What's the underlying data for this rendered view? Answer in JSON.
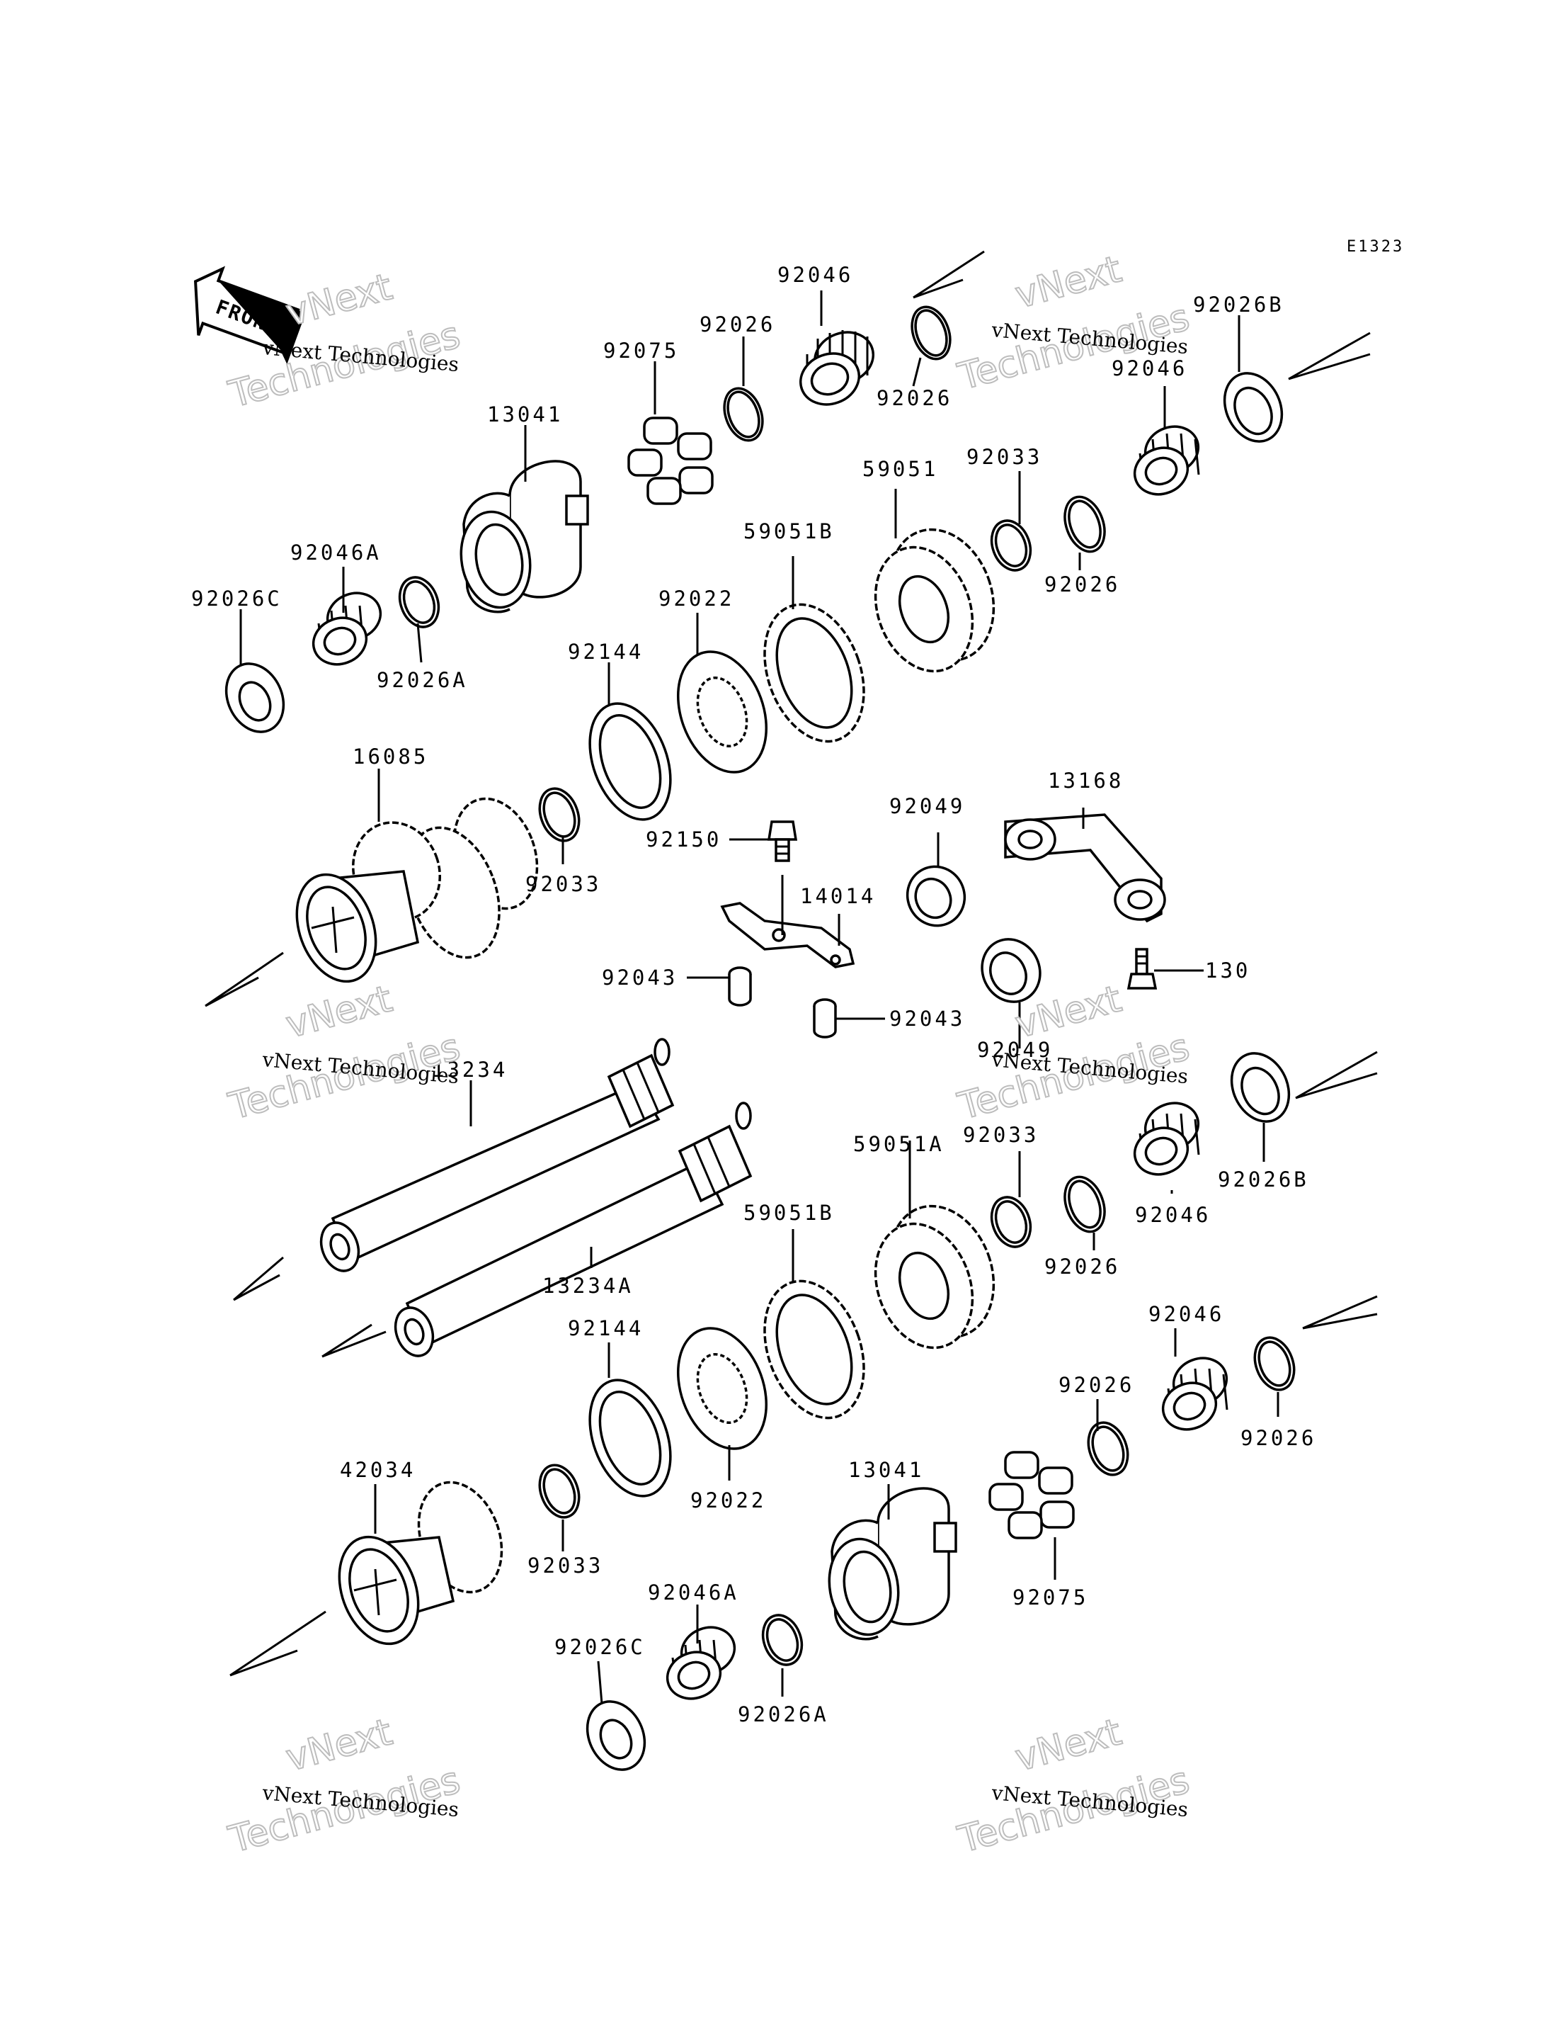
{
  "diagram_code": "E1323",
  "front_label": "FRONT",
  "watermark": {
    "company": "vNext Technologies",
    "big_line1": "vNext",
    "big_line2": "Technologies"
  },
  "parts": [
    {
      "id": "p1",
      "label": "92046"
    },
    {
      "id": "p2",
      "label": "92026"
    },
    {
      "id": "p3",
      "label": "92075"
    },
    {
      "id": "p4",
      "label": "92026"
    },
    {
      "id": "p5",
      "label": "92026B"
    },
    {
      "id": "p6",
      "label": "92046"
    },
    {
      "id": "p7",
      "label": "13041"
    },
    {
      "id": "p8",
      "label": "59051"
    },
    {
      "id": "p9",
      "label": "92033"
    },
    {
      "id": "p10",
      "label": "92046A"
    },
    {
      "id": "p11",
      "label": "59051B"
    },
    {
      "id": "p12",
      "label": "92026"
    },
    {
      "id": "p13",
      "label": "92026C"
    },
    {
      "id": "p14",
      "label": "92022"
    },
    {
      "id": "p15",
      "label": "92026A"
    },
    {
      "id": "p16",
      "label": "92144"
    },
    {
      "id": "p17",
      "label": "16085"
    },
    {
      "id": "p18",
      "label": "13168"
    },
    {
      "id": "p19",
      "label": "92049"
    },
    {
      "id": "p20",
      "label": "92150"
    },
    {
      "id": "p21",
      "label": "14014"
    },
    {
      "id": "p22",
      "label": "92033"
    },
    {
      "id": "p23",
      "label": "130"
    },
    {
      "id": "p24",
      "label": "92043"
    },
    {
      "id": "p25",
      "label": "92043"
    },
    {
      "id": "p26",
      "label": "92049"
    },
    {
      "id": "p27",
      "label": "13234"
    },
    {
      "id": "p28",
      "label": "59051A"
    },
    {
      "id": "p29",
      "label": "92033"
    },
    {
      "id": "p30",
      "label": "92026B"
    },
    {
      "id": "p31",
      "label": "59051B"
    },
    {
      "id": "p32",
      "label": "92046"
    },
    {
      "id": "p33",
      "label": "92026"
    },
    {
      "id": "p34",
      "label": "13234A"
    },
    {
      "id": "p35",
      "label": "92144"
    },
    {
      "id": "p36",
      "label": "92046"
    },
    {
      "id": "p37",
      "label": "92026"
    },
    {
      "id": "p38",
      "label": "92026"
    },
    {
      "id": "p39",
      "label": "42034"
    },
    {
      "id": "p40",
      "label": "92022"
    },
    {
      "id": "p41",
      "label": "13041"
    },
    {
      "id": "p42",
      "label": "92033"
    },
    {
      "id": "p43",
      "label": "92075"
    },
    {
      "id": "p44",
      "label": "92046A"
    },
    {
      "id": "p45",
      "label": "92026C"
    },
    {
      "id": "p46",
      "label": "92026A"
    }
  ]
}
